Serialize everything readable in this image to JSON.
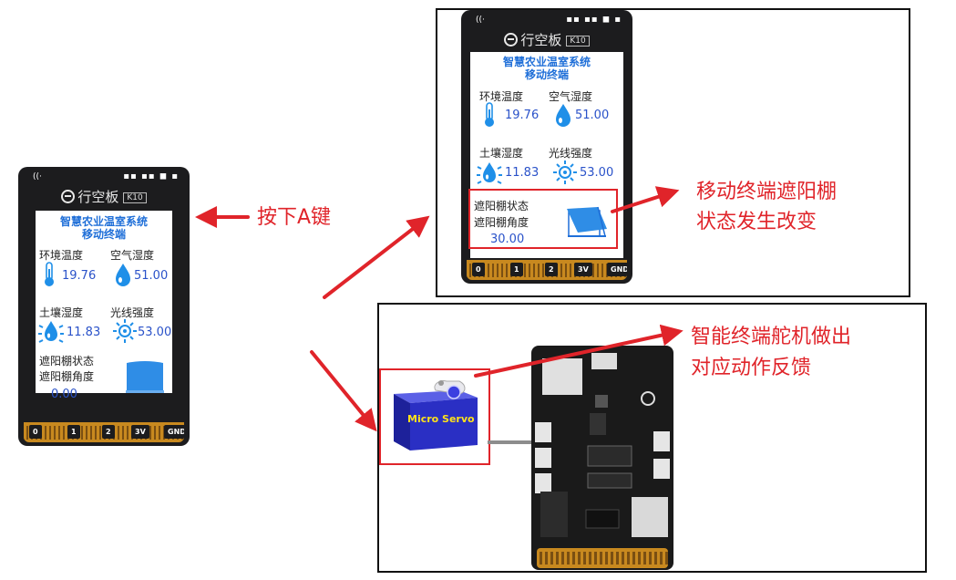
{
  "device": {
    "brand": "行空板",
    "model": "K10",
    "pins": [
      "0",
      "1",
      "2",
      "3V",
      "GND"
    ]
  },
  "screen": {
    "title_line1": "智慧农业温室系统",
    "title_line2": "移动终端",
    "env_temp_label": "环境温度",
    "air_humidity_label": "空气湿度",
    "soil_humidity_label": "土壤湿度",
    "light_label": "光线强度",
    "shade_state_label": "遮阳棚状态",
    "shade_angle_label": "遮阳棚角度"
  },
  "before": {
    "env_temp": "19.76",
    "air_humidity": "51.00",
    "soil_humidity": "11.83",
    "light": "53.00",
    "shade_angle": "0.00"
  },
  "after": {
    "env_temp": "19.76",
    "air_humidity": "51.00",
    "soil_humidity": "11.83",
    "light": "53.00",
    "shade_angle": "30.00"
  },
  "annotations": {
    "press_a": "按下A键",
    "terminal_change_line1": "移动终端遮阳棚",
    "terminal_change_line2": "状态发生改变",
    "servo_feedback_line1": "智能终端舵机做出",
    "servo_feedback_line2": "对应动作反馈"
  },
  "servo": {
    "label": "Micro Servo"
  },
  "colors": {
    "accent_red": "#e0242a",
    "screen_title_blue": "#1f6fd8",
    "value_blue": "#2a52c9",
    "servo_blue": "#2a2fc4",
    "gold": "#c8891f"
  }
}
